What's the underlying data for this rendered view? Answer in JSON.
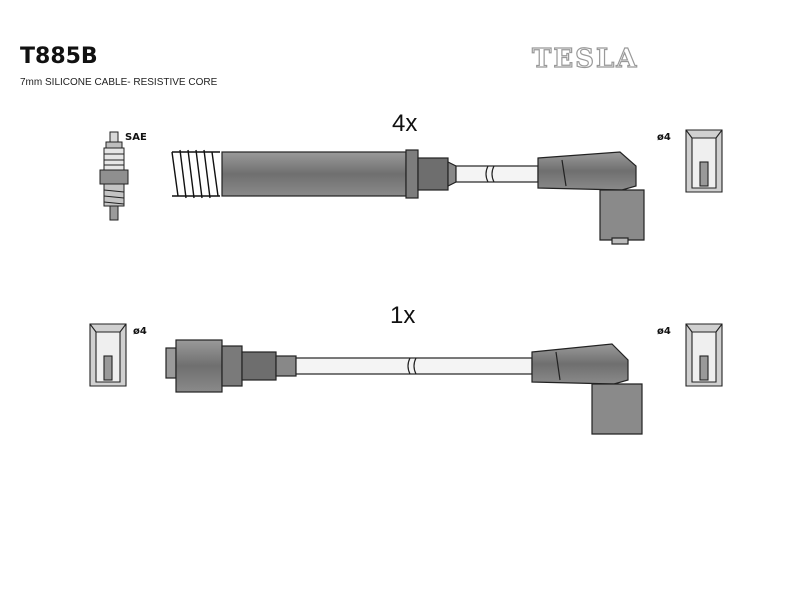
{
  "header": {
    "part_number": "T885B",
    "subtitle": "7mm SILICONE CABLE- RESISTIVE CORE",
    "brand": "TESLA"
  },
  "cables": [
    {
      "quantity_label": "4x"
    },
    {
      "quantity_label": "1x"
    }
  ],
  "labels": {
    "spark_plug": "SAE",
    "diameter": "ø4"
  }
}
